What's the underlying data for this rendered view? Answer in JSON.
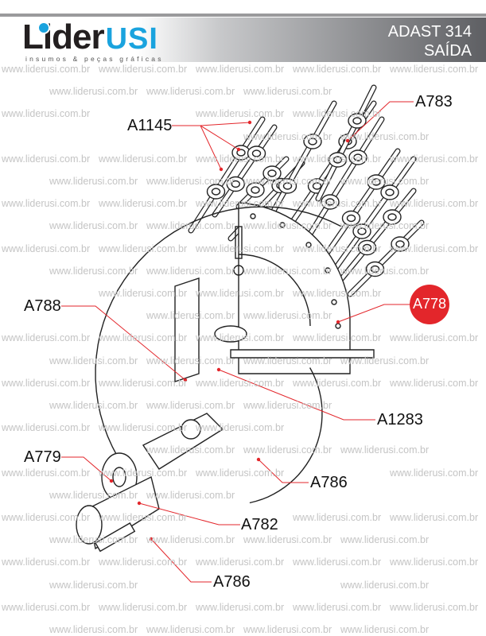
{
  "header": {
    "logo_text_dark": "Lider",
    "logo_text_blue": "USI",
    "logo_tagline": "insumos & peças gráficas",
    "title_line1": "ADAST 314",
    "title_line2": "SAÍDA"
  },
  "watermark": "www.liderusi.com.br",
  "colors": {
    "accent": "#e3262b",
    "brand_blue": "#1aa3de",
    "leader_line": "#e3262b"
  },
  "labels": {
    "a1145": "A1145",
    "a783": "A783",
    "a788": "A788",
    "a778": "A778",
    "a1283": "A1283",
    "a779": "A779",
    "a786_top": "A786",
    "a782": "A782",
    "a786_bottom": "A786"
  }
}
